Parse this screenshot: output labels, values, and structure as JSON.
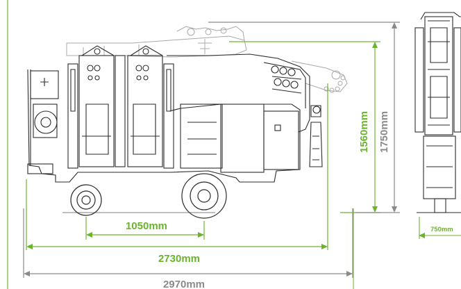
{
  "dimensions": {
    "wheelbase": "1050mm",
    "length_outriggers": "2730mm",
    "length_overall": "2970mm",
    "height_folded": "1560mm",
    "height_overall": "1750mm",
    "width": "750mm"
  },
  "colors": {
    "accent_green": "#6ab42d",
    "dim_gray": "#8a8a8a",
    "line_dark": "#2a2a2a",
    "line_light": "#9a9a9a"
  }
}
